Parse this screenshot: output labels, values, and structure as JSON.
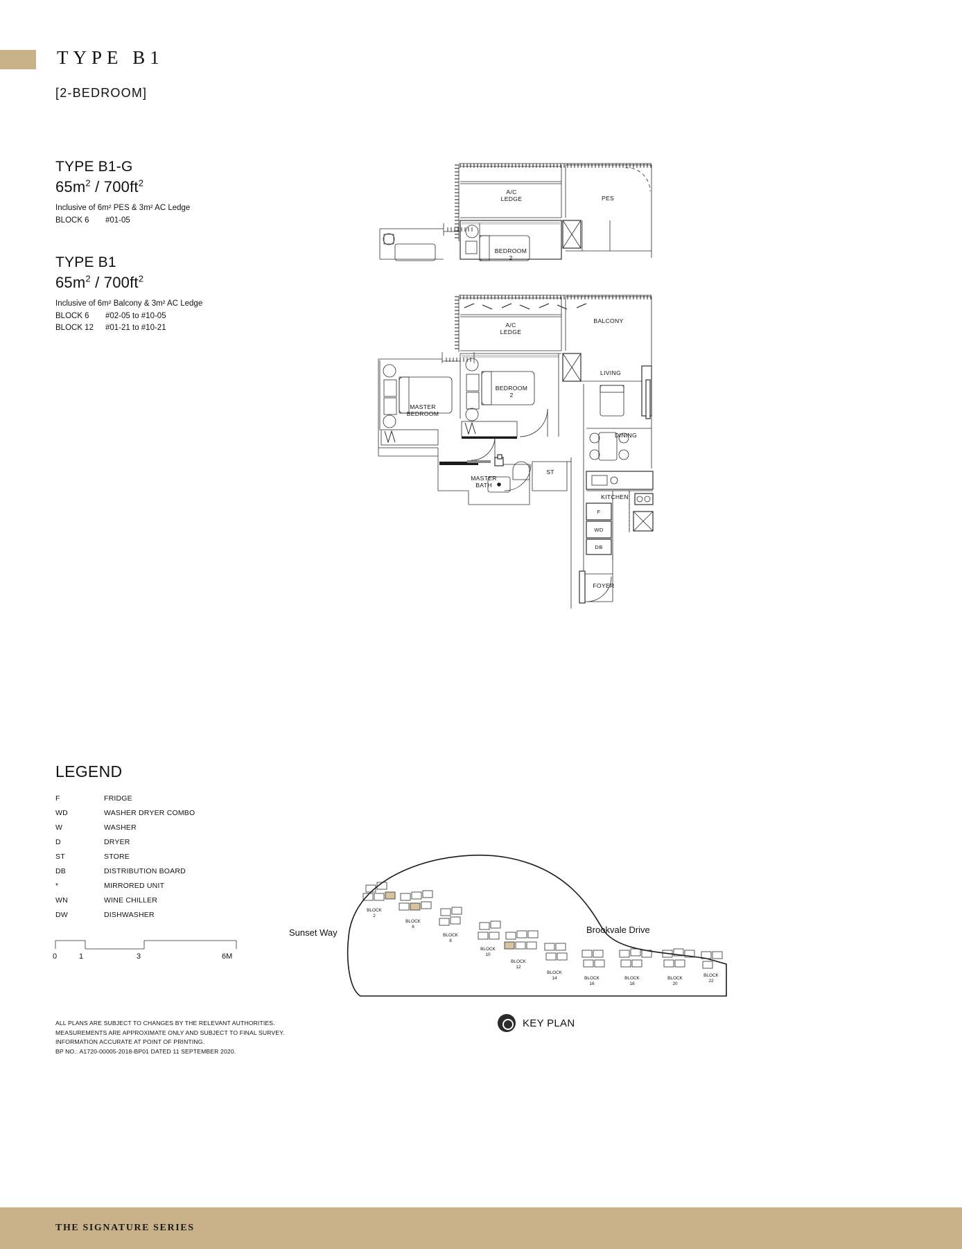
{
  "header": {
    "type_title": "TYPE B1",
    "bedroom_label": "[2-BEDROOM]"
  },
  "specs": [
    {
      "type_name": "TYPE B1-G",
      "area_sqm": "65m",
      "area_sep": " / ",
      "area_sqft": "700ft",
      "sup": "2",
      "inclusive": "Inclusive of 6m² PES & 3m² AC Ledge",
      "blocks": [
        {
          "block": "BLOCK 6",
          "units": "#01-05"
        }
      ]
    },
    {
      "type_name": "TYPE B1",
      "area_sqm": "65m",
      "area_sep": " / ",
      "area_sqft": "700ft",
      "sup": "2",
      "inclusive": "Inclusive of 6m² Balcony & 3m² AC Ledge",
      "blocks": [
        {
          "block": "BLOCK 6",
          "units": "#02-05 to #10-05"
        },
        {
          "block": "BLOCK 12",
          "units": "#01-21 to #10-21"
        }
      ]
    }
  ],
  "plan_top": {
    "rooms": [
      {
        "name": "A/C LEDGE",
        "line1": "A/C",
        "line2": "LEDGE"
      },
      {
        "name": "PES",
        "line1": "PES",
        "line2": ""
      },
      {
        "name": "BEDROOM 2",
        "line1": "BEDROOM",
        "line2": "2"
      }
    ]
  },
  "plan_main": {
    "rooms": [
      {
        "name": "A/C LEDGE",
        "line1": "A/C",
        "line2": "LEDGE"
      },
      {
        "name": "BALCONY",
        "line1": "BALCONY",
        "line2": ""
      },
      {
        "name": "BEDROOM 2",
        "line1": "BEDROOM",
        "line2": "2"
      },
      {
        "name": "LIVING",
        "line1": "LIVING",
        "line2": ""
      },
      {
        "name": "MASTER BEDROOM",
        "line1": "MASTER",
        "line2": "BEDROOM"
      },
      {
        "name": "DINING",
        "line1": "DINING",
        "line2": ""
      },
      {
        "name": "MASTER BATH",
        "line1": "MASTER",
        "line2": "BATH"
      },
      {
        "name": "ST",
        "line1": "ST",
        "line2": ""
      },
      {
        "name": "KITCHEN",
        "line1": "KITCHEN",
        "line2": ""
      },
      {
        "name": "F",
        "line1": "F",
        "line2": ""
      },
      {
        "name": "WD",
        "line1": "WD",
        "line2": ""
      },
      {
        "name": "DB",
        "line1": "DB",
        "line2": ""
      },
      {
        "name": "FOYER",
        "line1": "FOYER",
        "line2": ""
      }
    ]
  },
  "legend": {
    "title": "LEGEND",
    "items": [
      {
        "key": "F",
        "value": "FRIDGE"
      },
      {
        "key": "WD",
        "value": "WASHER DRYER COMBO"
      },
      {
        "key": "W",
        "value": "WASHER"
      },
      {
        "key": "D",
        "value": "DRYER"
      },
      {
        "key": "ST",
        "value": "STORE"
      },
      {
        "key": "DB",
        "value": "DISTRIBUTION BOARD"
      },
      {
        "key": "*",
        "value": "MIRRORED UNIT"
      },
      {
        "key": "WN",
        "value": "WINE CHILLER"
      },
      {
        "key": "DW",
        "value": "DISHWASHER"
      }
    ]
  },
  "scale": {
    "ticks": [
      "0",
      "1",
      "3",
      "6M"
    ]
  },
  "disclaimer": {
    "line1": "ALL PLANS ARE SUBJECT TO CHANGES BY THE RELEVANT AUTHORITIES.",
    "line2": "MEASUREMENTS ARE APPROXIMATE ONLY AND SUBJECT TO FINAL SURVEY.",
    "line3": "INFORMATION ACCURATE AT POINT OF PRINTING.",
    "line4": "BP NO.: A1720-00005-2018-BP01 DATED 11 SEPTEMBER 2020."
  },
  "keyplan": {
    "caption": "KEY PLAN",
    "roads": [
      {
        "name": "Sunset Way",
        "label": "Sunset Way"
      },
      {
        "name": "Brookvale Drive",
        "label": "Brookvale Drive"
      }
    ],
    "blocks": [
      {
        "label": "BLOCK",
        "num": "2"
      },
      {
        "label": "BLOCK",
        "num": "6"
      },
      {
        "label": "BLOCK",
        "num": "8"
      },
      {
        "label": "BLOCK",
        "num": "10"
      },
      {
        "label": "BLOCK",
        "num": "12"
      },
      {
        "label": "BLOCK",
        "num": "14"
      },
      {
        "label": "BLOCK",
        "num": "16"
      },
      {
        "label": "BLOCK",
        "num": "18"
      },
      {
        "label": "BLOCK",
        "num": "20"
      },
      {
        "label": "BLOCK",
        "num": "22"
      }
    ]
  },
  "footer": {
    "series": "THE SIGNATURE SERIES"
  },
  "colors": {
    "gold": "#c9b18a",
    "ink": "#1a1a1a"
  }
}
